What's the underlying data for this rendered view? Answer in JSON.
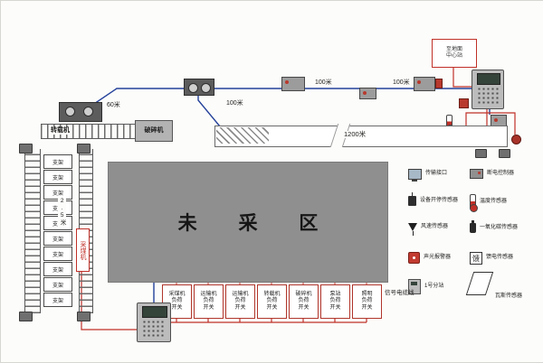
{
  "colors": {
    "line_blue": "#23409a",
    "line_red": "#c03028",
    "area_gray": "#8f8f8f",
    "device_gray": "#bcbcbc"
  },
  "diagram": {
    "unmined_area": "未 采 区",
    "transfer_machine": "转载机",
    "crusher": "破碎机",
    "shearer": "采煤机",
    "distance_60": "60米",
    "distance_100_1": "100米",
    "distance_100_2": "100米",
    "distance_100_3": "100米",
    "distance_1200": "1200米",
    "distance_2_5": "2.5米",
    "cable_note": "信号电缆线",
    "annotation_line1": "至地面",
    "annotation_line2": "中心站"
  },
  "supports": [
    "支架",
    "支架",
    "支架",
    "支架",
    "支架",
    "支架",
    "支架",
    "支架",
    "支架",
    "支架"
  ],
  "switches": [
    {
      "l1": "采煤机",
      "l2": "负荷",
      "l3": "开关"
    },
    {
      "l1": "运输机",
      "l2": "负荷",
      "l3": "开关"
    },
    {
      "l1": "运输机",
      "l2": "负荷",
      "l3": "开关"
    },
    {
      "l1": "转载机",
      "l2": "负荷",
      "l3": "开关"
    },
    {
      "l1": "破碎机",
      "l2": "负荷",
      "l3": "开关"
    },
    {
      "l1": "泵站",
      "l2": "负荷",
      "l3": "开关"
    },
    {
      "l1": "照明",
      "l2": "负荷",
      "l3": "开关"
    }
  ],
  "legend": {
    "col1": [
      {
        "label": "传输接口"
      },
      {
        "label": "设备开停传感器"
      },
      {
        "label": "风速传感器"
      },
      {
        "label": "声光报警器"
      },
      {
        "label": "1号分站"
      }
    ],
    "col2": [
      {
        "label": "断电控制器"
      },
      {
        "label": "温度传感器"
      },
      {
        "label": "一氧化碳传感器"
      },
      {
        "label": "馈电传感器",
        "glyph": "馈"
      },
      {
        "label": "瓦斯传感器"
      }
    ]
  }
}
